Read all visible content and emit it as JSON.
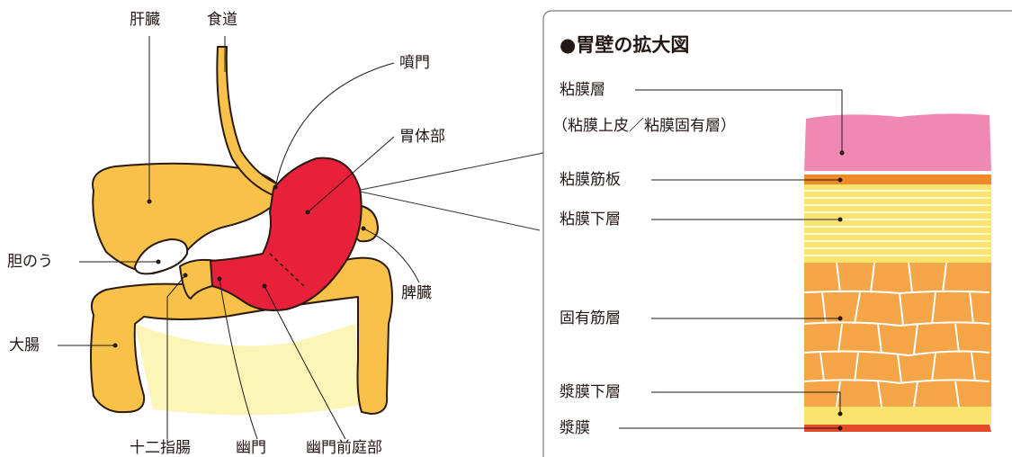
{
  "anatomy_labels": {
    "liver": "肝臓",
    "esophagus": "食道",
    "cardia": "噴門",
    "gastric_body": "胃体部",
    "gallbladder": "胆のう",
    "pancreas": "脾臓",
    "large_intestine": "大腸",
    "duodenum": "十二指腸",
    "pylorus": "幽門",
    "pyloric_antrum": "幽門前庭部"
  },
  "enlarged_panel": {
    "title": "●胃壁の拡大図",
    "layers": {
      "mucosa": "粘膜層",
      "mucosa_sub": "（粘膜上皮／粘膜固有層）",
      "muscularis_mucosae": "粘膜筋板",
      "submucosa": "粘膜下層",
      "muscularis_propria": "固有筋層",
      "subserosa": "漿膜下層",
      "serosa": "漿膜"
    }
  },
  "colors": {
    "organ_yellow": "#f8c24a",
    "organ_outline": "#2a1a10",
    "stomach_red": "#e8213a",
    "mucosa_pink": "#ef88b3",
    "muscularis_mucosae_orange": "#ee8a2a",
    "submucosa_yellow": "#fbe46e",
    "muscle_orange": "#f4a548",
    "serosa_red": "#e44a2a",
    "panel_border": "#7a7a7a"
  }
}
